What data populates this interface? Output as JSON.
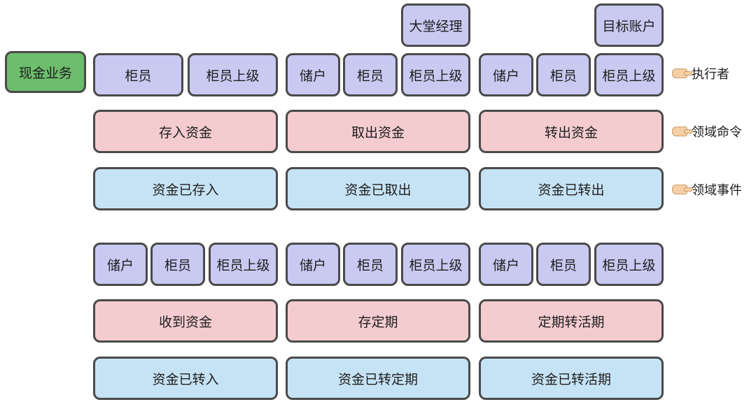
{
  "context": {
    "label": "现金业务"
  },
  "legend": {
    "actor": "执行者",
    "command": "领域命令",
    "event": "领域事件"
  },
  "top_extra": {
    "lobby_manager": "大堂经理",
    "target_account": "目标账户"
  },
  "row1": {
    "actors_deposit": [
      "柜员",
      "柜员上级"
    ],
    "actors_withdraw": [
      "储户",
      "柜员",
      "柜员上级"
    ],
    "actors_transfer": [
      "储户",
      "柜员",
      "柜员上级"
    ],
    "commands": [
      "存入资金",
      "取出资金",
      "转出资金"
    ],
    "events": [
      "资金已存入",
      "资金已取出",
      "资金已转出"
    ]
  },
  "row2": {
    "actors_receive": [
      "储户",
      "柜员",
      "柜员上级"
    ],
    "actors_fixed": [
      "储户",
      "柜员",
      "柜员上级"
    ],
    "actors_fixed_to_current": [
      "储户",
      "柜员",
      "柜员上级"
    ],
    "commands": [
      "收到资金",
      "存定期",
      "定期转活期"
    ],
    "events": [
      "资金已转入",
      "资金已转定期",
      "资金已转活期"
    ]
  },
  "colors": {
    "actor": "#c9c9f2",
    "command": "#f4cccf",
    "event": "#c6e3f5",
    "context": "#6cbd6c",
    "border": "#4a4a4a"
  }
}
